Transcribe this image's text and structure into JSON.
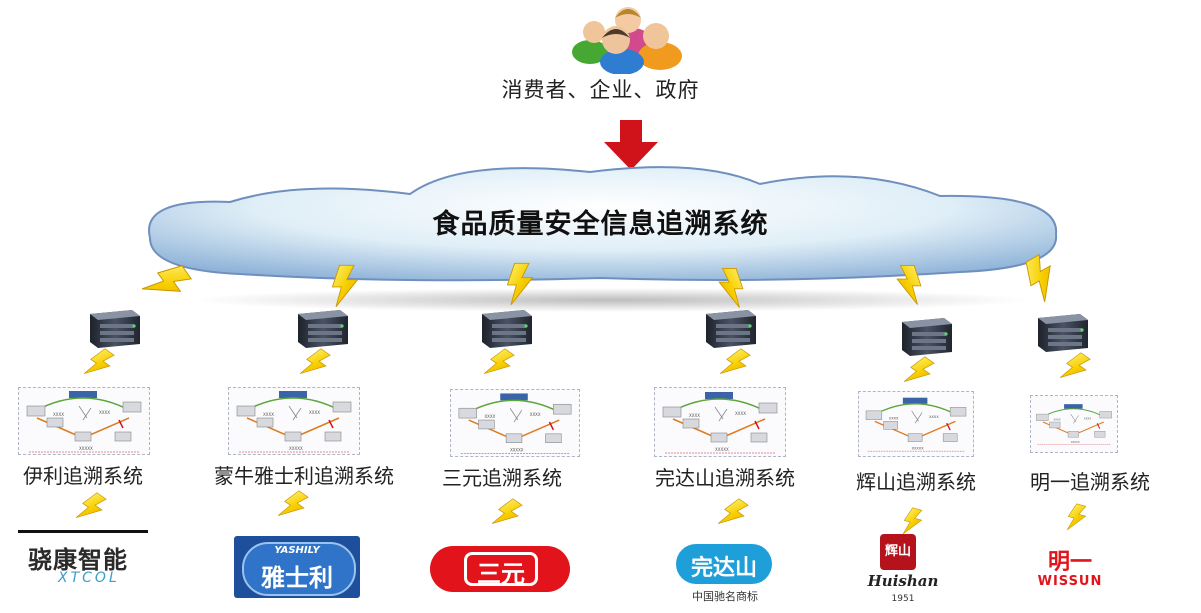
{
  "top": {
    "label": "消费者、企业、政府",
    "icon": "users-group-icon"
  },
  "arrow": {
    "color": "#d0121b"
  },
  "cloud": {
    "title": "食品质量安全信息追溯系统"
  },
  "systems": [
    {
      "label": "伊利追溯系统",
      "logo_text": "骁康智能",
      "logo_sub": "XTCOL"
    },
    {
      "label": "蒙牛雅士利追溯系统",
      "logo_text": "雅士利",
      "logo_sub": "YASHILY"
    },
    {
      "label": "三元追溯系统",
      "logo_text": "三元"
    },
    {
      "label": "完达山追溯系统",
      "logo_text": "完达山",
      "logo_sub": "中国驰名商标"
    },
    {
      "label": "辉山追溯系统",
      "logo_text": "辉山",
      "logo_sub": "Huishan",
      "logo_year": "1951"
    },
    {
      "label": "明一追溯系统",
      "logo_text": "明一",
      "logo_sub": "WISSUN"
    }
  ],
  "colors": {
    "bolt": "#f5c800",
    "cloud_edge": "#6f8fbf",
    "server": "#3a4150"
  }
}
